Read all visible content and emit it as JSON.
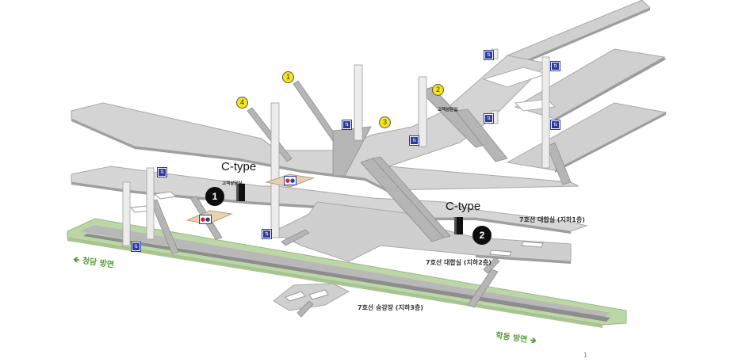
{
  "map": {
    "type": "station-3d-cutaway",
    "floors": [
      {
        "id": "b1",
        "label": "7호선 대합실 (지하1층)"
      },
      {
        "id": "b2",
        "label": "7호선 대합실 (지하2층)"
      },
      {
        "id": "b3",
        "label": "7호선 승강장 (지하3층)"
      }
    ],
    "exits": [
      "1",
      "2",
      "3",
      "4"
    ],
    "service_points": [
      {
        "id": "1",
        "type_label": "C-type",
        "room_label": "고객상담실"
      },
      {
        "id": "2",
        "type_label": "C-type",
        "room_label": "고객상담실"
      }
    ],
    "directions": {
      "left": {
        "label": "청담 방면",
        "arrow": "arrow-left-icon"
      },
      "right": {
        "label": "학동 방면",
        "arrow": "arrow-right-icon"
      }
    },
    "page_number": "1",
    "colors": {
      "floor_gray": "#d4d4d4",
      "floor_edge": "#a8a8a8",
      "platform_green": "#bcd6a6",
      "track_gray": "#9a9a9a",
      "restroom_floor": "#e6d2b0",
      "exit_badge": "#f5e61a",
      "icon_blue": "#2b3a9c",
      "direction_green": "#5a9a3a"
    }
  }
}
